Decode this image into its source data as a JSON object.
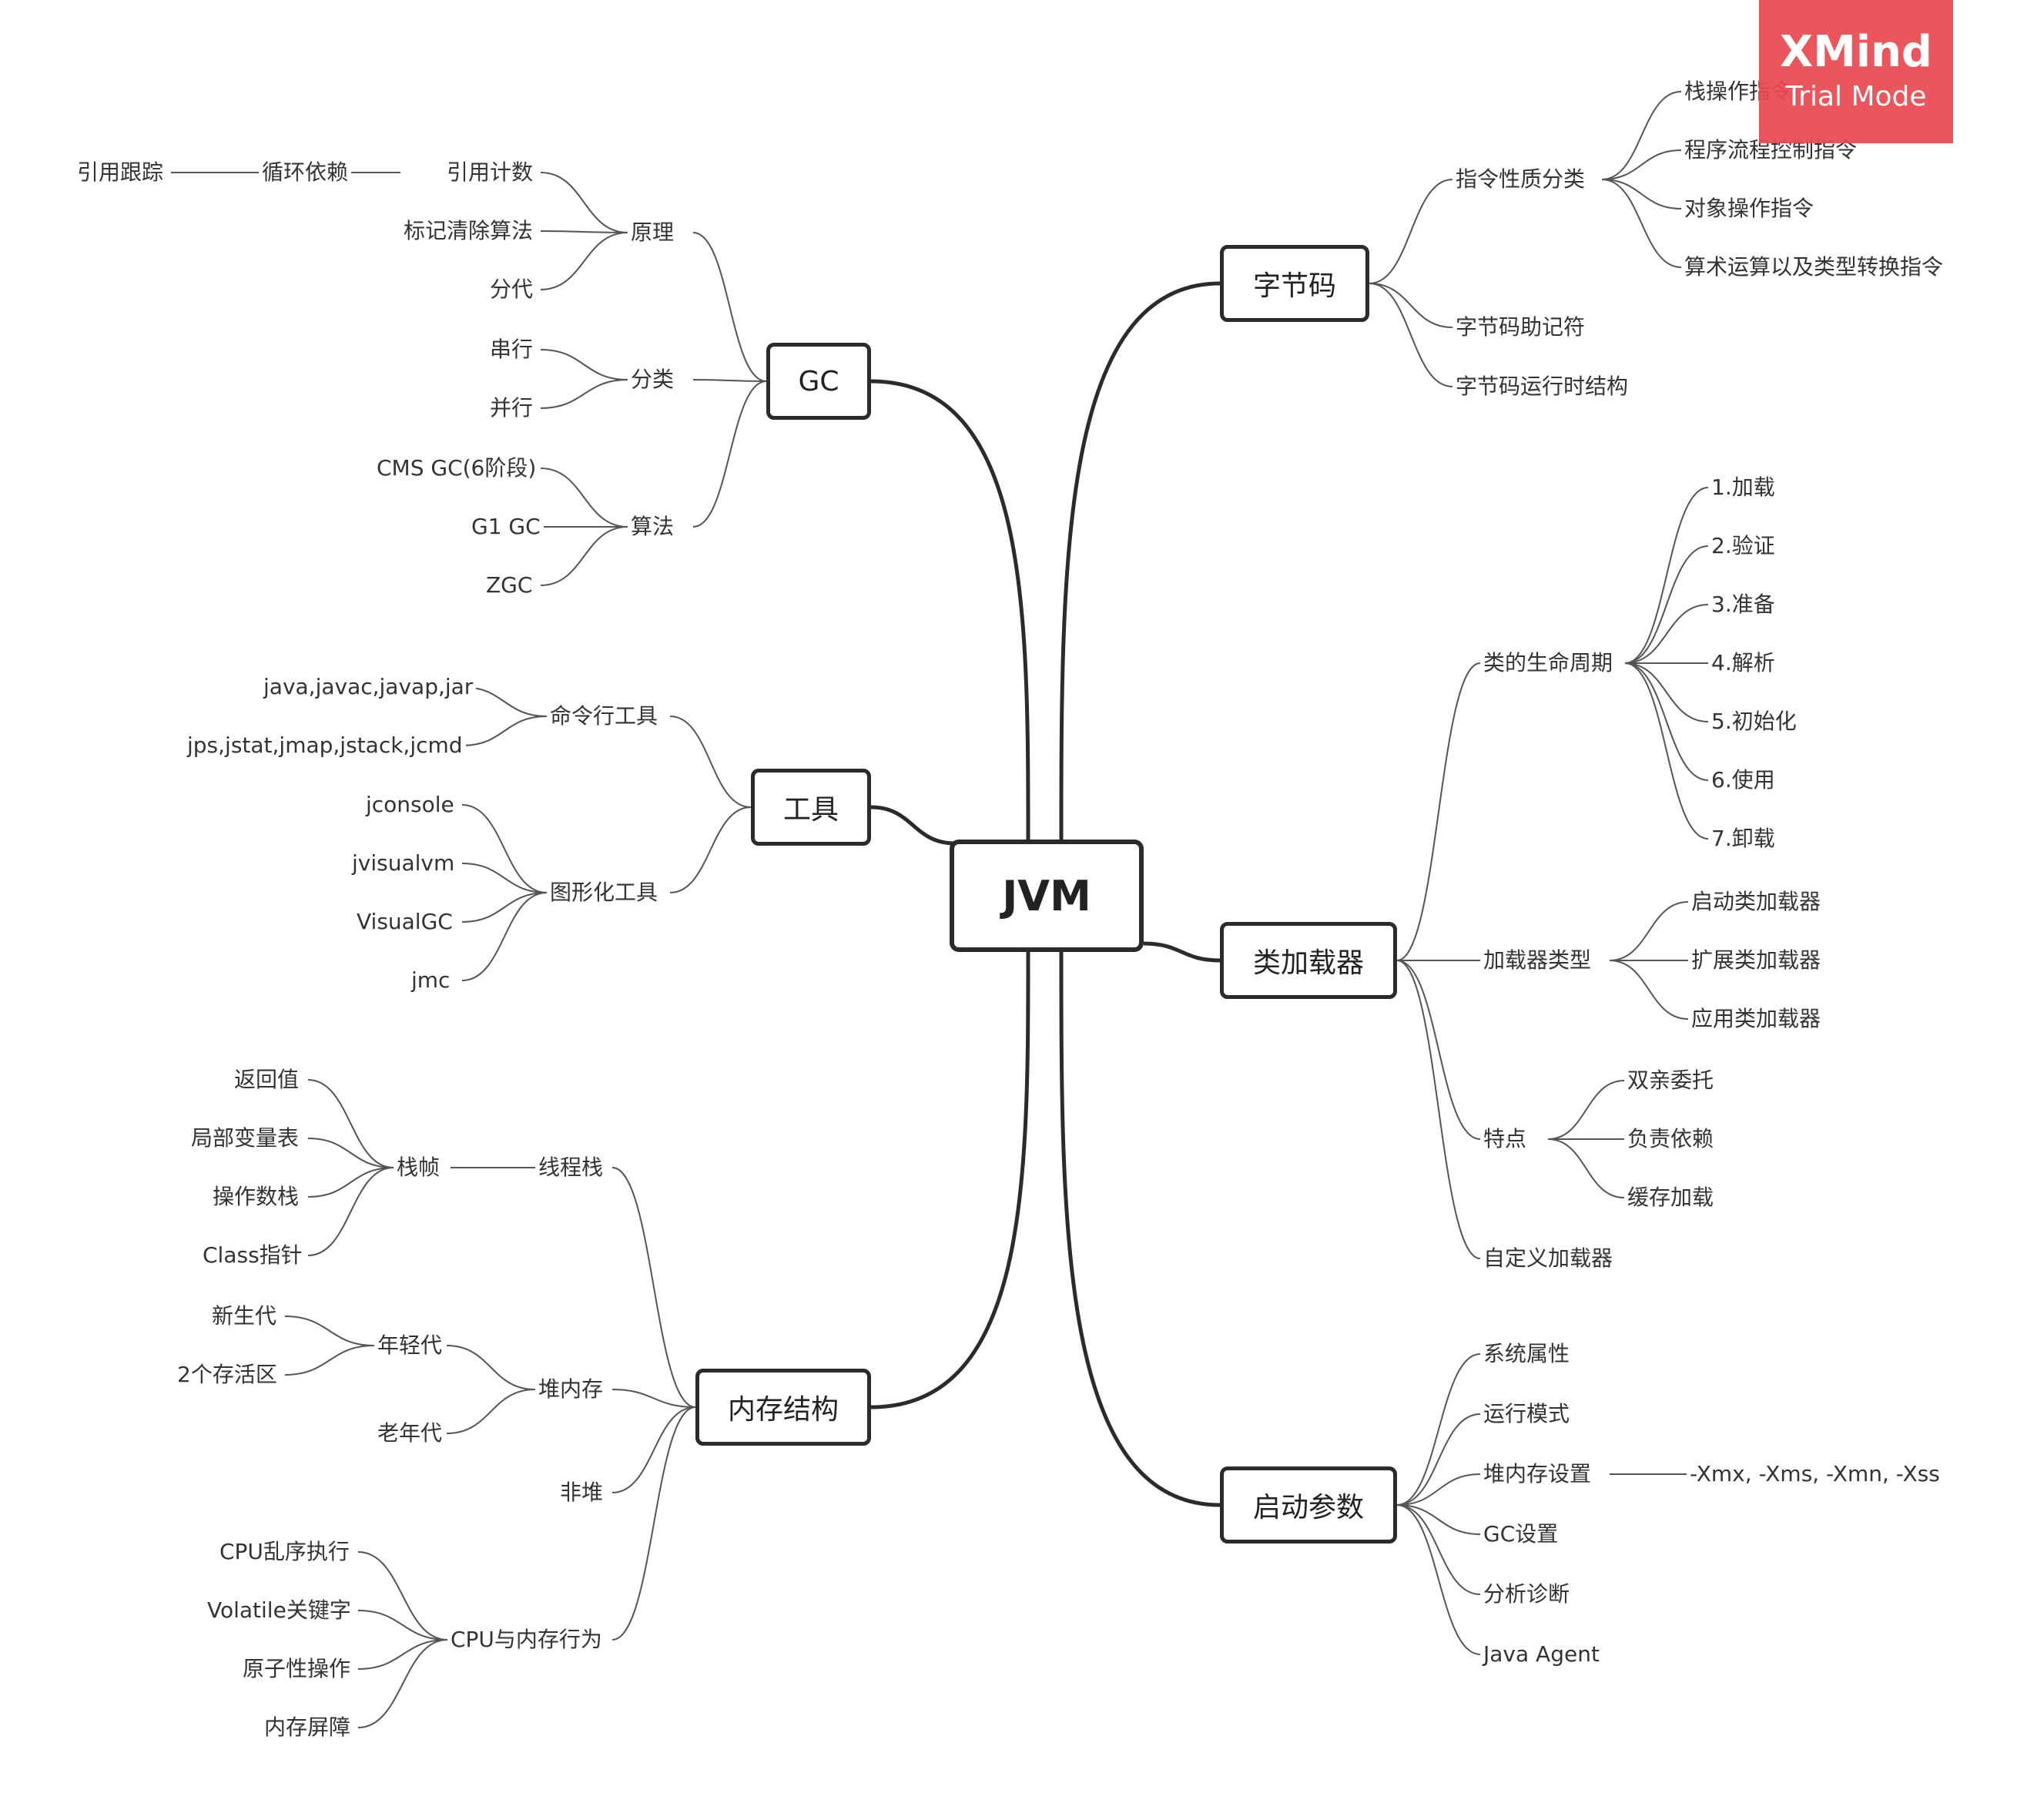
{
  "root": "JVM",
  "watermark": {
    "brand": "XMind",
    "mode": "Trial Mode"
  },
  "colors": {
    "line": "#2b2b2b",
    "thin_line": "#555555",
    "text": "#333333",
    "watermark": "#ea4950"
  },
  "branches": {
    "gc": {
      "label": "GC",
      "principle": {
        "label": "原理",
        "refcount": "引用计数",
        "refcount_chain": [
          "循环依赖",
          "引用跟踪"
        ],
        "mark_sweep": "标记清除算法",
        "generational": "分代"
      },
      "category": {
        "label": "分类",
        "items": [
          "串行",
          "并行"
        ]
      },
      "algorithm": {
        "label": "算法",
        "items": [
          "CMS GC(6阶段)",
          "G1 GC",
          "ZGC"
        ]
      }
    },
    "tools": {
      "label": "工具",
      "cli": {
        "label": "命令行工具",
        "items": [
          "java,javac,javap,jar",
          "jps,jstat,jmap,jstack,jcmd"
        ]
      },
      "gui": {
        "label": "图形化工具",
        "items": [
          "jconsole",
          "jvisualvm",
          "VisualGC",
          "jmc"
        ]
      }
    },
    "memory": {
      "label": "内存结构",
      "thread_stack": {
        "label": "线程栈",
        "frame": "栈帧",
        "frame_items": [
          "返回值",
          "局部变量表",
          "操作数栈",
          "Class指针"
        ]
      },
      "heap": {
        "label": "堆内存",
        "young": "年轻代",
        "young_items": [
          "新生代",
          "2个存活区"
        ],
        "old": "老年代"
      },
      "non_heap": "非堆",
      "cpu": {
        "label": "CPU与内存行为",
        "items": [
          "CPU乱序执行",
          "Volatile关键字",
          "原子性操作",
          "内存屏障"
        ]
      }
    },
    "bytecode": {
      "label": "字节码",
      "instr": {
        "label": "指令性质分类",
        "items": [
          "栈操作指令",
          "程序流程控制指令",
          "对象操作指令",
          "算术运算以及类型转换指令"
        ]
      },
      "mnemonic": "字节码助记符",
      "runtime": "字节码运行时结构"
    },
    "classloader": {
      "label": "类加载器",
      "lifecycle": {
        "label": "类的生命周期",
        "items": [
          "1.加载",
          "2.验证",
          "3.准备",
          "4.解析",
          "5.初始化",
          "6.使用",
          "7.卸载"
        ]
      },
      "types": {
        "label": "加载器类型",
        "items": [
          "启动类加载器",
          "扩展类加载器",
          "应用类加载器"
        ]
      },
      "features": {
        "label": "特点",
        "items": [
          "双亲委托",
          "负责依赖",
          "缓存加载"
        ]
      },
      "custom": "自定义加载器"
    },
    "startup": {
      "label": "启动参数",
      "items": [
        "系统属性",
        "运行模式",
        "堆内存设置",
        "GC设置",
        "分析诊断",
        "Java Agent"
      ],
      "heap_flags": "-Xmx, -Xms, -Xmn, -Xss"
    }
  }
}
